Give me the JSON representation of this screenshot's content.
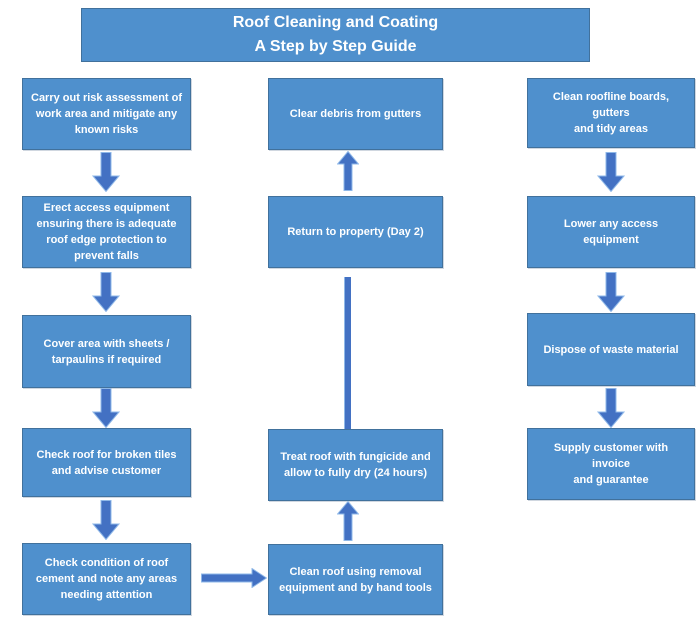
{
  "title": {
    "text": "Roof Cleaning and Coating\nA Step by Step Guide"
  },
  "flow": {
    "left_column": [
      {
        "label": "Carry out risk assessment of\nwork area and mitigate any\nknown risks"
      },
      {
        "label": "Erect access equipment\nensuring there is adequate\nroof edge protection to\nprevent falls"
      },
      {
        "label": "Cover area with sheets /\ntarpaulins if required"
      },
      {
        "label": "Check roof for broken tiles\nand advise customer"
      },
      {
        "label": "Check condition of roof\ncement and note any areas\nneeding attention"
      }
    ],
    "middle_column": [
      {
        "label": "Clear debris from gutters"
      },
      {
        "label": "Return to property (Day 2)"
      },
      {
        "label": "Treat roof with fungicide and\nallow to fully dry (24 hours)"
      },
      {
        "label": "Clean roof using removal\nequipment and by hand tools"
      }
    ],
    "right_column": [
      {
        "label": "Clean roofline boards, gutters\nand tidy areas"
      },
      {
        "label": "Lower any access equipment"
      },
      {
        "label": "Dispose of waste material"
      },
      {
        "label": "Supply customer with invoice\nand guarantee"
      }
    ]
  },
  "colors": {
    "box_fill": "#4f90cd",
    "box_border": "#41719c",
    "arrow_fill": "#4371c3",
    "arrow_outline": "#8fb8e8",
    "text": "#ffffff",
    "background": "#ffffff"
  }
}
